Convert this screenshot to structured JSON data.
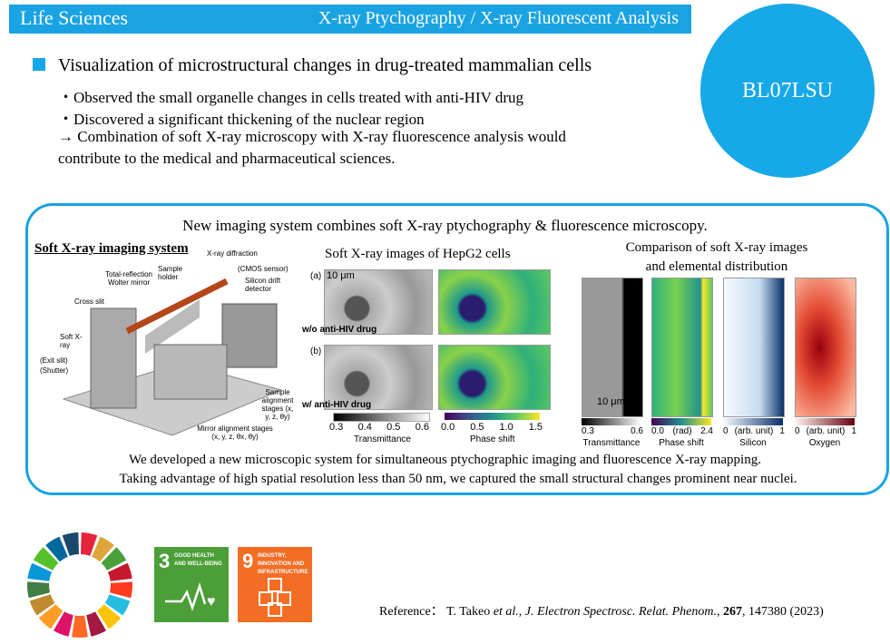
{
  "header": {
    "category": "Life Sciences",
    "topic": "X-ray Ptychography / X-ray Fluorescent Analysis"
  },
  "beamline": "BL07LSU",
  "title": "Visualization of microstructural changes in drug-treated mammalian cells",
  "bullets": [
    "・Observed the small organelle changes in cells treated with anti-HIV drug",
    "・Discovered a significant thickening of the nuclear region"
  ],
  "conclusion": [
    "→ Combination of soft X-ray microscopy with X-ray fluorescence analysis would",
    "contribute to the medical and pharmaceutical sciences."
  ],
  "box": {
    "heading": "New imaging system combines soft X-ray ptychography & fluorescence microscopy.",
    "left": {
      "title": "Soft X-ray imaging system",
      "labels": [
        "X-ray diffraction",
        "(CMOS sensor)",
        "Sample holder",
        "Total-reflection Wolter mirror",
        "Silicon drift detector",
        "Cross slit",
        "Soft X-ray",
        "(Exit slit)",
        "(Shutter)",
        "Sample alignment stages (x, y, z, θy)",
        "Mirror alignment stages (x, y, z, θx, θy)"
      ]
    },
    "middle": {
      "title": "Soft X-ray images of HepG2 cells",
      "panel_a": "(a)",
      "panel_b": "(b)",
      "scale": "10 μm",
      "label_a": "w/o anti-HIV drug",
      "label_b": "w/ anti-HIV drug",
      "cb1_ticks": [
        "0.3",
        "0.4",
        "0.5",
        "0.6"
      ],
      "cb1_label": "Transmittance",
      "cb2_ticks": [
        "0.0",
        "0.5",
        "1.0",
        "1.5"
      ],
      "cb2_label": "Phase shift"
    },
    "right": {
      "title1": "Comparison of soft X-ray images",
      "title2": "and elemental distribution",
      "scale": "10 μm",
      "bars": [
        {
          "min": "0.3",
          "unit": "",
          "max": "0.6",
          "label": "Transmittance"
        },
        {
          "min": "0.0",
          "unit": "(rad)",
          "max": "2.4",
          "label": "Phase shift"
        },
        {
          "min": "0",
          "unit": "(arb. unit)",
          "max": "1",
          "label": "Silicon"
        },
        {
          "min": "0",
          "unit": "(arb. unit)",
          "max": "1",
          "label": "Oxygen"
        }
      ]
    },
    "summary": [
      "We developed a new microscopic system for simultaneous ptychographic imaging and fluorescence X-ray mapping.",
      "Taking advantage of high spatial resolution less than 50 nm, we captured the small structural changes prominent near nuclei."
    ]
  },
  "sdg": {
    "goal3": {
      "num": "3",
      "text": "GOOD HEALTH AND WELL-BEING",
      "color": "#4c9f38"
    },
    "goal9": {
      "num": "9",
      "text": "INDUSTRY, INNOVATION AND INFRASTRUCTURE",
      "color": "#f36d25"
    }
  },
  "reference": {
    "prefix": "Reference： T. Takeo ",
    "etal": "et al.",
    "sep": ", ",
    "journal": "J. Electron Spectrosc. Relat. Phenom.",
    "sep2": ", ",
    "vol": "267",
    "rest": ", 147380 (2023)"
  }
}
